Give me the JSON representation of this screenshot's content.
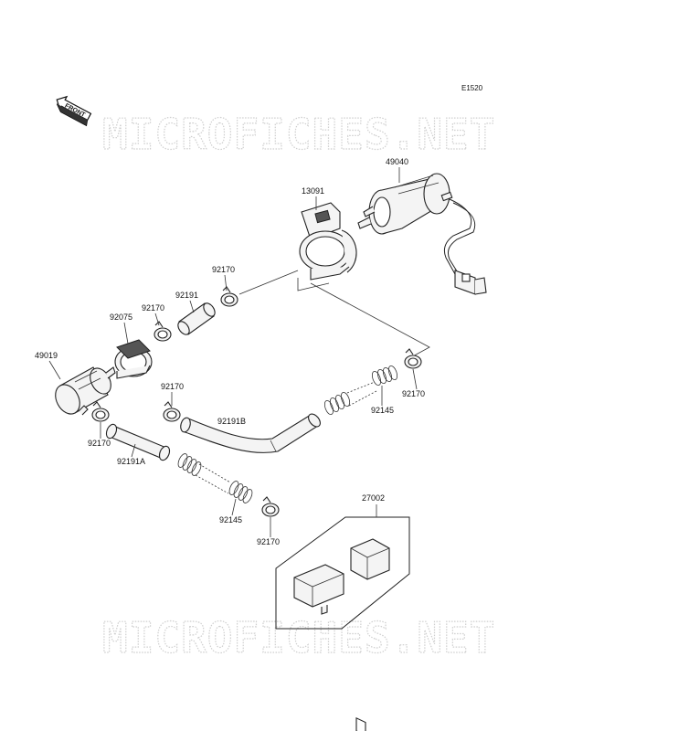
{
  "diagram_code": "E1520",
  "front_arrow_label": "FRONT",
  "watermark_text": "MICROFICHES.NET",
  "parts": {
    "fuel_pump": "49040",
    "bracket": "13091",
    "clamp_top": "92170",
    "hose_short": "92191",
    "clamp_small": "92170",
    "bracket_clamp": "92075",
    "fuel_filter": "49019",
    "clamp_left_upper": "92170",
    "hose_bent": "92191B",
    "clamp_right": "92170",
    "spring_right": "92145",
    "clamp_left_lower": "92170",
    "hose_a": "92191A",
    "spring_lower": "92145",
    "clamp_bottom": "92170",
    "relay_kit": "27002"
  }
}
